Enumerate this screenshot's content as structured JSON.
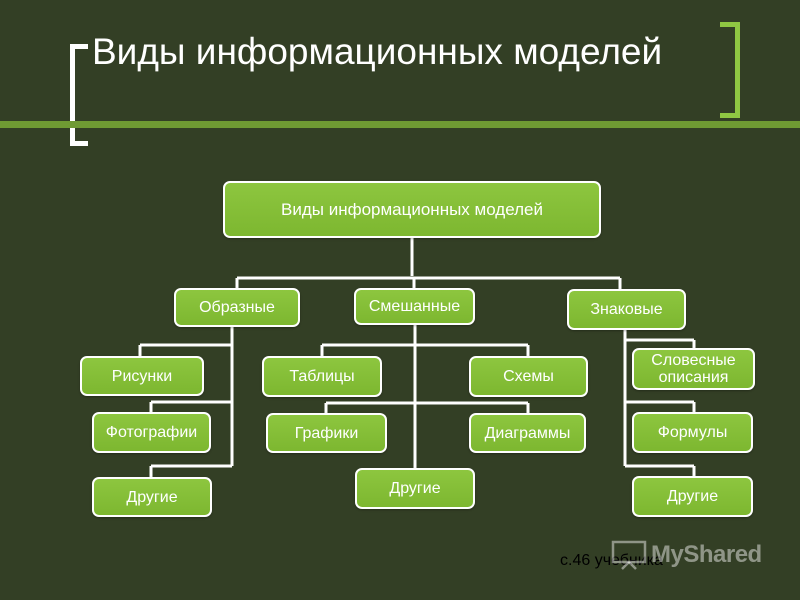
{
  "slide": {
    "title": "Виды информационных моделей",
    "footer_note": "с.46 учебника",
    "watermark": "MyShared"
  },
  "colors": {
    "background": "#333f25",
    "node_fill": "#8dc63f",
    "accent_rule": "#6f9a33",
    "accent_bracket": "#8fc742",
    "line": "#ffffff"
  },
  "diagram": {
    "root": "Виды информационных моделей",
    "branches": [
      {
        "label": "Образные",
        "children": [
          "Рисунки",
          "Фотографии",
          "Другие"
        ]
      },
      {
        "label": "Смешанные",
        "children": [
          "Таблицы",
          "Схемы",
          "Графики",
          "Диаграммы",
          "Другие"
        ]
      },
      {
        "label": "Знаковые",
        "children": [
          "Словесные описания",
          "Формулы",
          "Другие"
        ]
      }
    ]
  }
}
